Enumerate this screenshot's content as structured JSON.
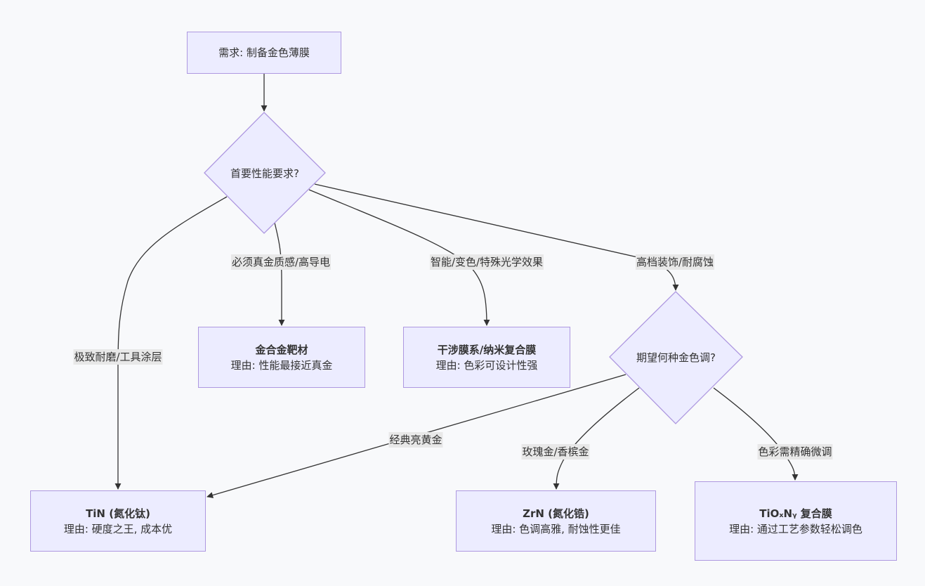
{
  "diagram": {
    "type": "flowchart",
    "nodes": {
      "start": {
        "text": "需求: 制备金色薄膜"
      },
      "decision1": {
        "text": "首要性能要求?"
      },
      "gold_alloy": {
        "title": "金合金靶材",
        "reason": "理由: 性能最接近真金"
      },
      "interference": {
        "title": "干涉膜系/纳米复合膜",
        "reason": "理由: 色彩可设计性强"
      },
      "decision2": {
        "text": "期望何种金色调?"
      },
      "tin": {
        "title": "TiN (氮化钛)",
        "reason": "理由: 硬度之王, 成本优"
      },
      "zrn": {
        "title": "ZrN (氮化锆)",
        "reason": "理由: 色调高雅, 耐蚀性更佳"
      },
      "tioxny": {
        "title": "TiOₓNᵧ 复合膜",
        "reason": "理由: 通过工艺参数轻松调色"
      }
    },
    "edges": [
      {
        "from": "start",
        "to": "decision1",
        "label": ""
      },
      {
        "from": "decision1",
        "to": "tin",
        "label": "极致耐磨/工具涂层"
      },
      {
        "from": "decision1",
        "to": "gold_alloy",
        "label": "必须真金质感/高导电"
      },
      {
        "from": "decision1",
        "to": "interference",
        "label": "智能/变色/特殊光学效果"
      },
      {
        "from": "decision1",
        "to": "decision2",
        "label": "高档装饰/耐腐蚀"
      },
      {
        "from": "decision2",
        "to": "tin",
        "label": "经典亮黄金"
      },
      {
        "from": "decision2",
        "to": "zrn",
        "label": "玫瑰金/香槟金"
      },
      {
        "from": "decision2",
        "to": "tioxny",
        "label": "色彩需精确微调"
      }
    ],
    "colors": {
      "node_fill": "#ececff",
      "node_border": "#ae98e0",
      "edge": "#333333",
      "label_bg": "#e8e8e8",
      "background": "#f8f9fb"
    }
  }
}
